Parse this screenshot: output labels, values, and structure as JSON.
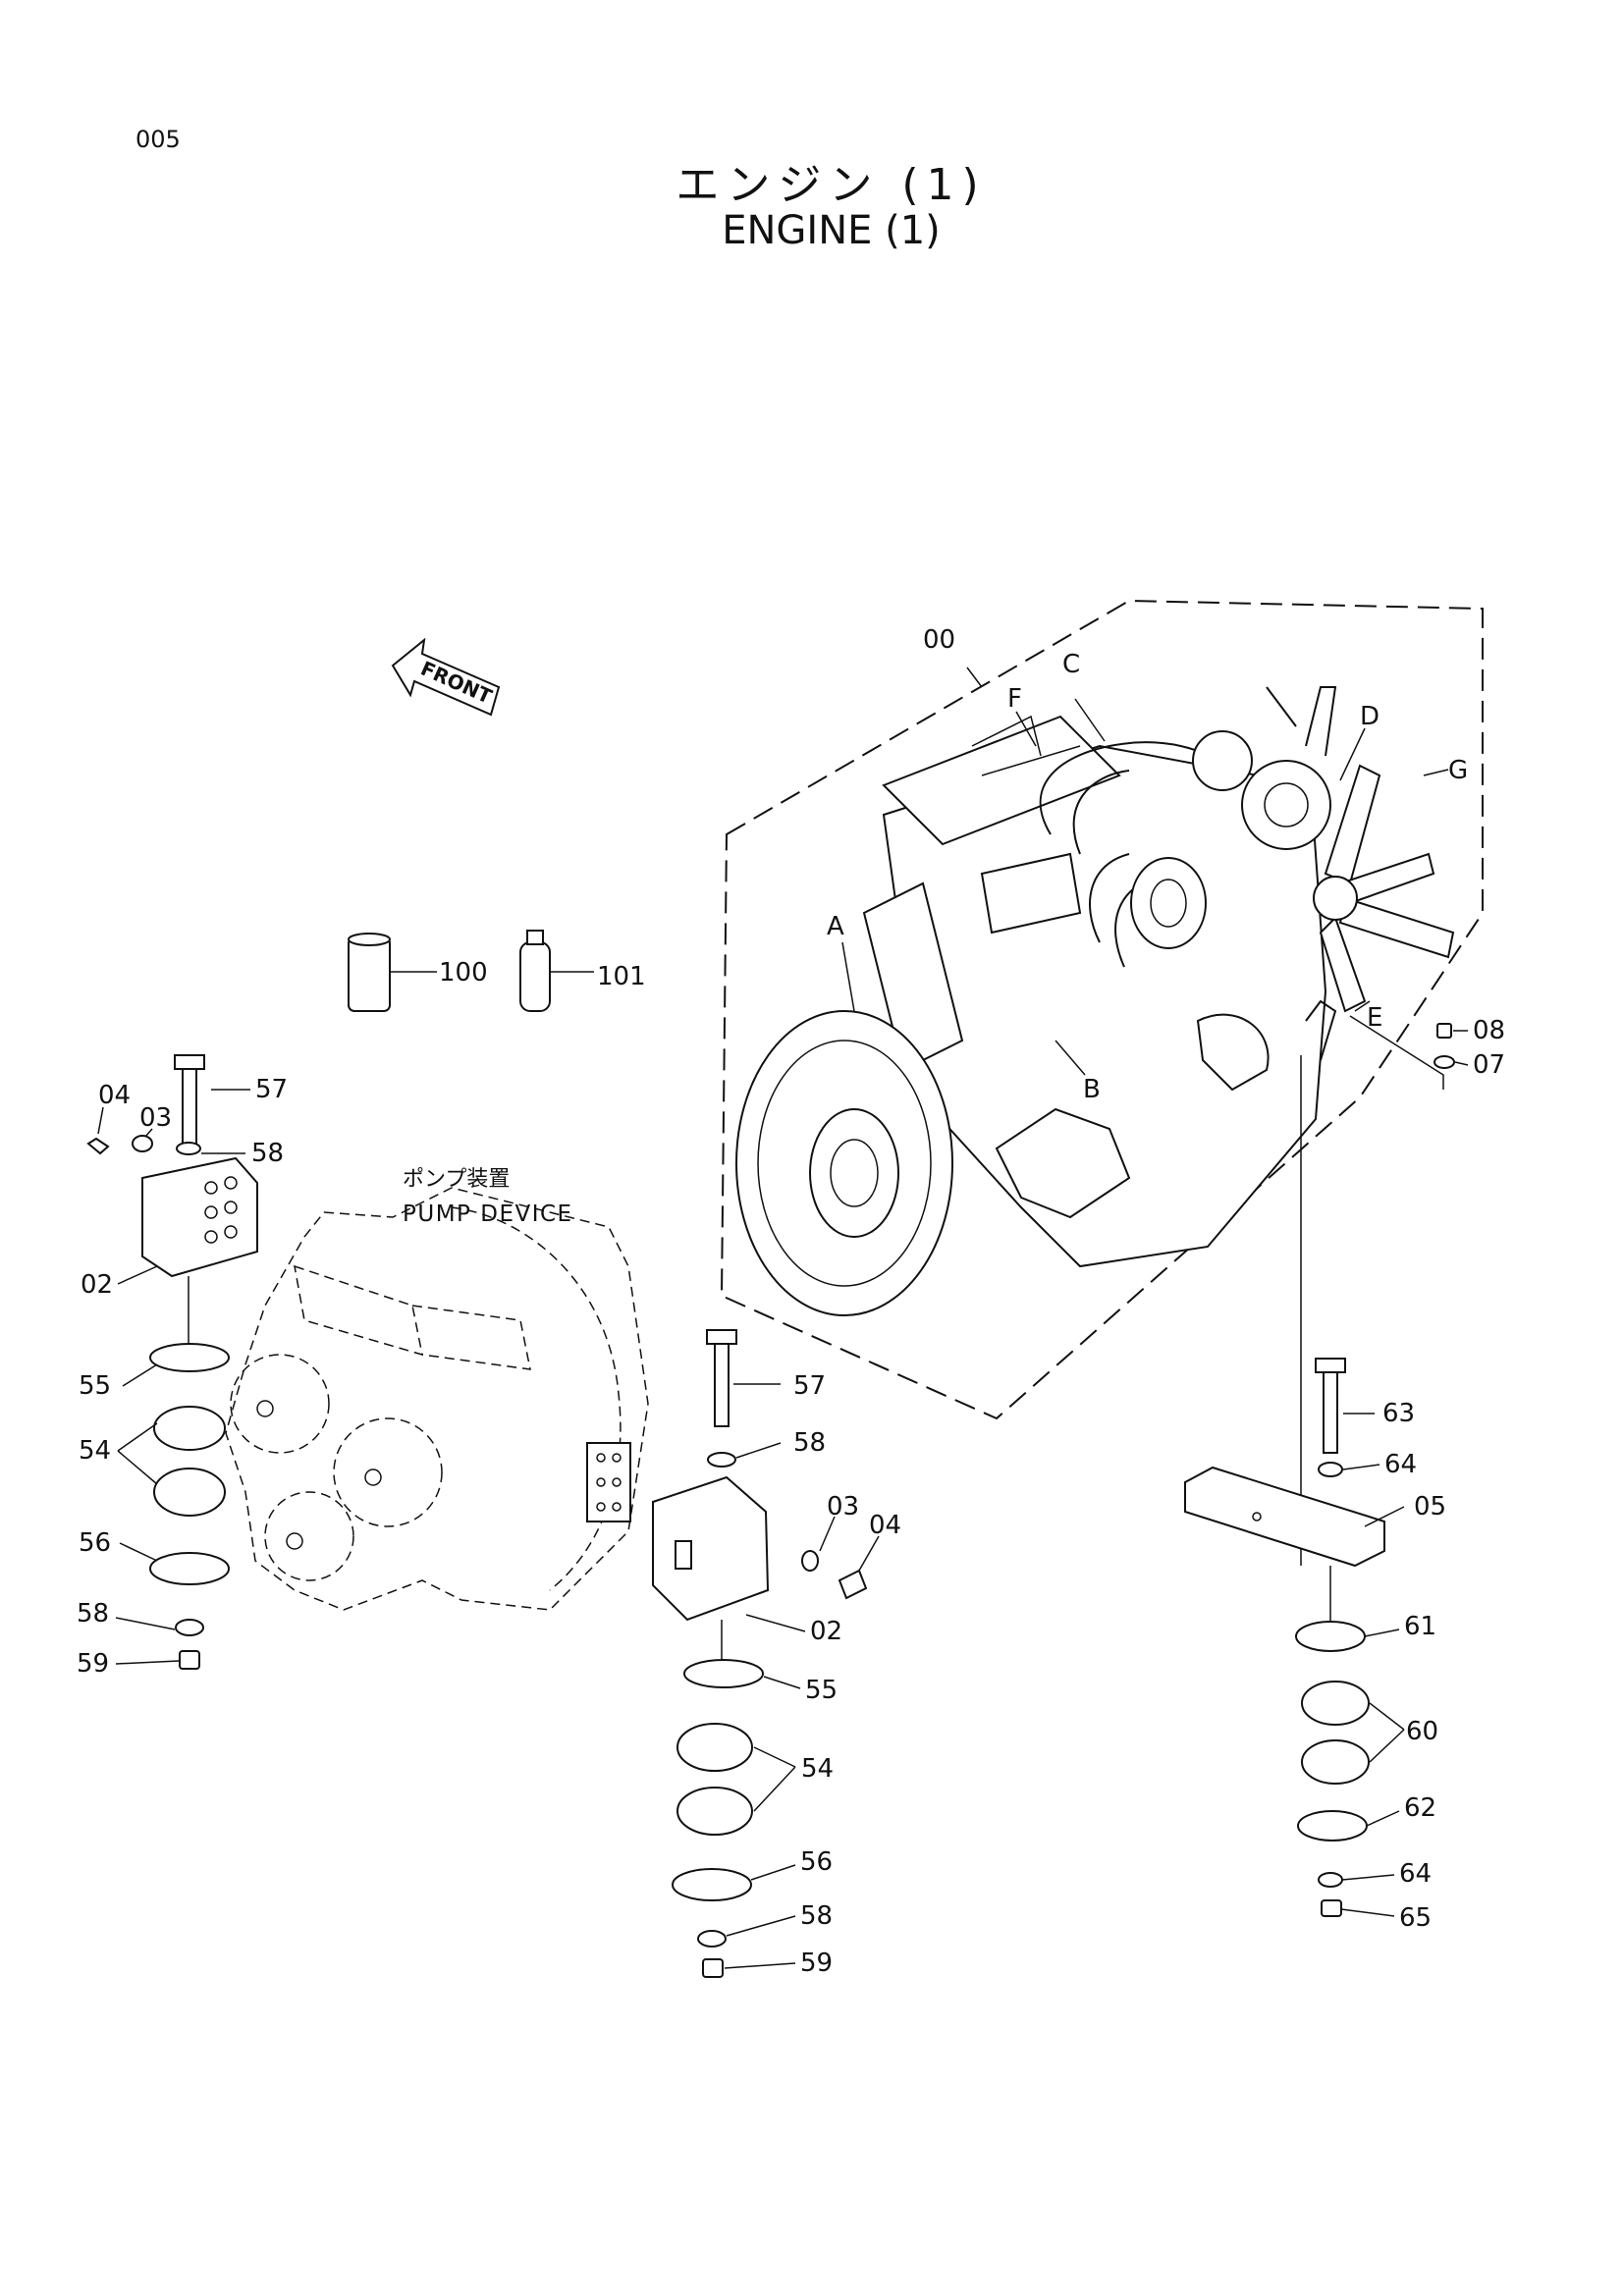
{
  "page": {
    "number": "005",
    "title_jp": "エンジン (1)",
    "title_en": "ENGINE (1)"
  },
  "annotations": {
    "front": "FRONT",
    "pump_device_jp": "ポンプ装置",
    "pump_device_en": "PUMP DEVICE"
  },
  "callouts": {
    "engine_assembly": "00",
    "letters": [
      "A",
      "B",
      "C",
      "D",
      "E",
      "F",
      "G"
    ],
    "filter_a": "100",
    "filter_b": "101",
    "left_mount": [
      "57",
      "04",
      "03",
      "58",
      "02",
      "55",
      "54",
      "56",
      "58",
      "59"
    ],
    "center_mount": [
      "57",
      "58",
      "03",
      "04",
      "02",
      "55",
      "54",
      "56",
      "58",
      "59"
    ],
    "right_mount": [
      "08",
      "07",
      "63",
      "64",
      "05",
      "61",
      "60",
      "62",
      "64",
      "65"
    ]
  },
  "colors": {
    "ink": "#111111",
    "paper": "#ffffff"
  }
}
